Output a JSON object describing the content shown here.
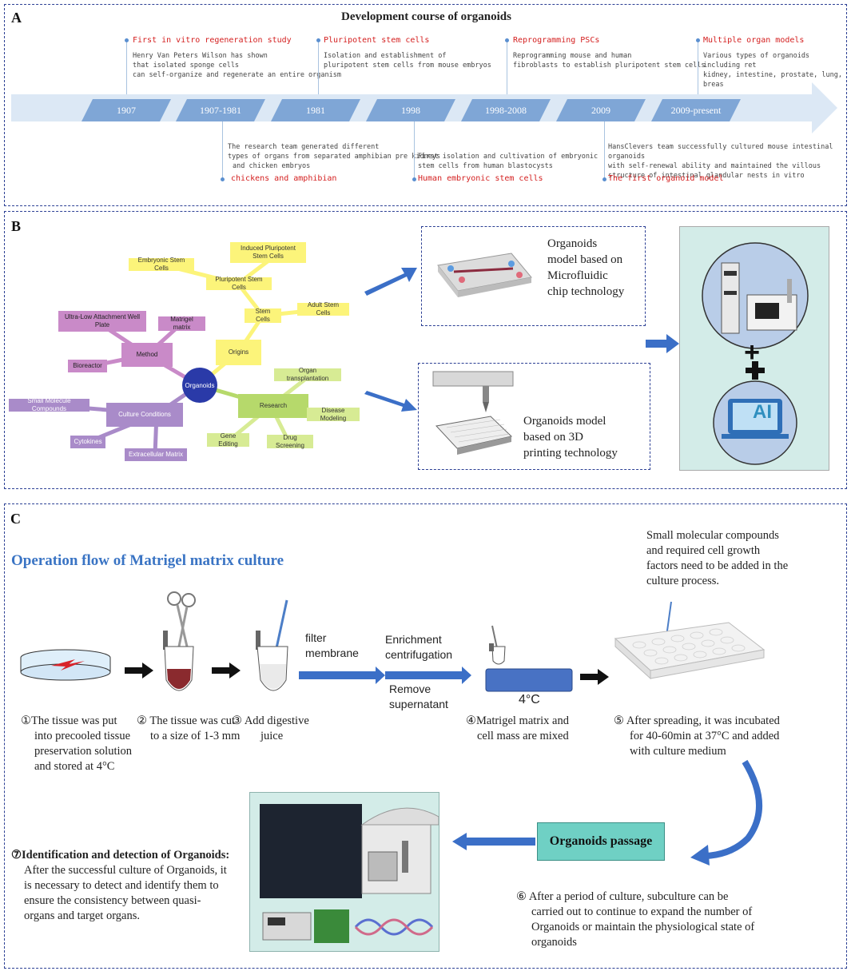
{
  "panel_a": {
    "label": "A",
    "title": "Development course of organoids",
    "segments": [
      "1907",
      "1907-1981",
      "1981",
      "1998",
      "1998-2008",
      "2009",
      "2009-present"
    ],
    "events_top": [
      {
        "title": "First in vitro regeneration study",
        "lines": [
          "Henry Van Peters Wilson has shown",
          "that isolated sponge cells",
          "can self-organize and regenerate an entire organism"
        ]
      },
      {
        "title": "Pluripotent stem cells",
        "lines": [
          "Isolation and establishment of",
          "pluripotent stem cells from mouse embryos"
        ]
      },
      {
        "title": "Reprogramming PSCs",
        "lines": [
          "Reprogramming mouse and human",
          "fibroblasts to establish pluripotent stem cells"
        ]
      },
      {
        "title": "Multiple organ models",
        "lines": [
          "Various types of organoids  including ret",
          "kidney, intestine, prostate, lung, breas"
        ]
      }
    ],
    "events_bottom": [
      {
        "title": "chickens and amphibian",
        "lines": [
          "The research team generated different",
          "types of organs from separated amphibian pre kidneys",
          "and chicken embryos"
        ]
      },
      {
        "title": "Human embryonic stem cells",
        "lines": [
          "First isolation and cultivation of embryonic",
          "stem cells from human blastocysts"
        ]
      },
      {
        "title": "The first organoid model",
        "lines": [
          "HansClevers team successfully cultured mouse intestinal organoids",
          "with self-renewal ability and maintained the villous",
          "structure of intestinal glandular nests in vitro"
        ]
      }
    ]
  },
  "panel_b": {
    "label": "B",
    "mindmap": {
      "center": "Organoids",
      "origins": "Origins",
      "stem_cells": "Stem Cells",
      "pluripotent": "Pluripotent Stem Cells",
      "induced": "Induced Pluripotent Stem Cells",
      "embryonic": "Embryonic Stem Cells",
      "adult": "Adult Stem Cells",
      "method": "Method",
      "ultra_low": "Ultra-Low Attachment Well Plate",
      "matrigel": "Matrigel matrix",
      "bioreactor": "Bioreactor",
      "culture": "Culture Conditions",
      "small_mol": "Small Molecule Compounds",
      "cytokines": "Cytokines",
      "ecm": "Extracellular Matrix",
      "research": "Research",
      "organ_tx": "Organ transplantation",
      "disease": "Disease Modeling",
      "gene": "Gene Editing",
      "drug": "Drug Screening"
    },
    "microfluidic_text": [
      "Organoids",
      "model based on",
      "Microfluidic",
      "chip technology"
    ],
    "printing_text": [
      "Organoids model",
      "based on 3D",
      "printing technology"
    ],
    "plus": "+",
    "ai_label": "AI"
  },
  "panel_c": {
    "label": "C",
    "title": "Operation flow of Matrigel matrix culture",
    "step1": [
      "①The tissue was put",
      "into precooled tissue",
      "preservation solution",
      "and stored at 4°C"
    ],
    "step2": [
      "② The tissue was cut",
      "to a size of 1-3 mm"
    ],
    "step3": [
      "③ Add digestive",
      "juice"
    ],
    "filter": [
      "filter",
      "membrane"
    ],
    "enrich": [
      "Enrichment",
      "centrifugation"
    ],
    "remove": [
      "Remove",
      "supernatant"
    ],
    "temp": "4°C",
    "step4": [
      "④Matrigel matrix and",
      "cell mass are mixed"
    ],
    "compounds": [
      "Small molecular compounds",
      "and required cell growth",
      "factors need to be added in the",
      "culture process."
    ],
    "step5": [
      "⑤ After spreading, it was incubated",
      "for 40-60min at 37°C and added",
      "with culture medium"
    ],
    "passage": "Organoids passage",
    "step6": [
      "⑥ After a period of culture, subculture can be",
      "carried out to continue to expand the number of",
      "Organoids or maintain the physiological state of",
      "organoids"
    ],
    "step7_title": "⑦Identification and detection of Organoids:",
    "step7": [
      "After the successful culture of Organoids, it",
      "is necessary to detect and identify them to",
      "ensure the consistency between quasi-",
      "organs and target organs."
    ]
  },
  "colors": {
    "border": "#2b3f94",
    "timeline_segment": "#7fa6d6",
    "event_title": "#d42020",
    "title_blue": "#3a74c4",
    "arrow_blue": "#3b6fc7",
    "passage_box": "#6fd0c4",
    "ai_panel": "#d3ece8"
  }
}
